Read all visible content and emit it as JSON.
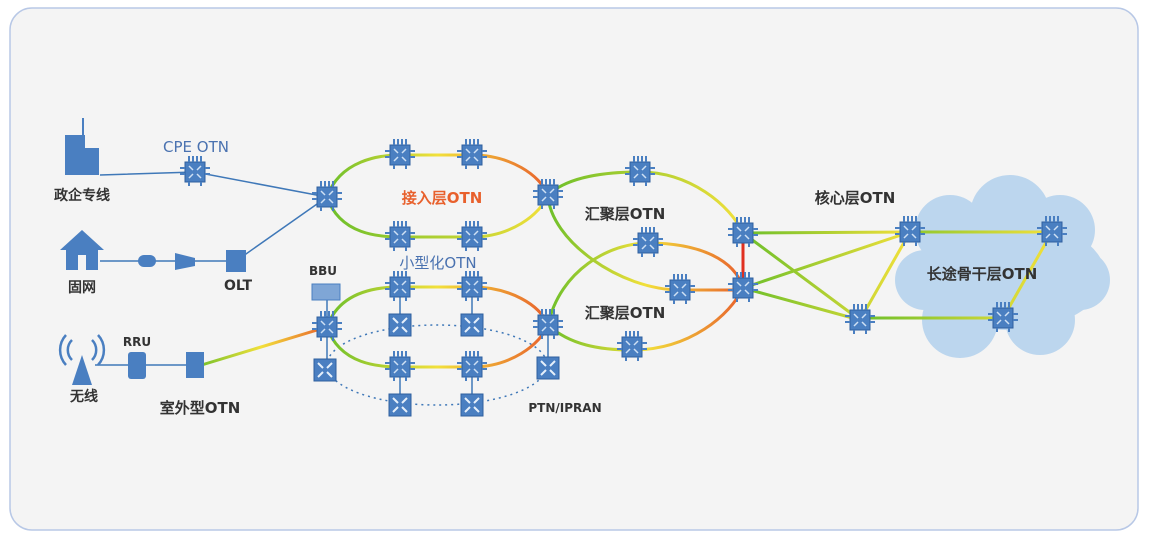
{
  "labels": {
    "enterprise": "政企专线",
    "cpe_otn": "CPE OTN",
    "fixed": "固网",
    "olt": "OLT",
    "wireless": "无线",
    "rru": "RRU",
    "outdoor_otn": "室外型OTN",
    "bbu": "BBU",
    "access_layer": "接入层OTN",
    "mini_otn": "小型化OTN",
    "ptn": "PTN/IPRAN",
    "aggregation_1": "汇聚层OTN",
    "aggregation_2": "汇聚层OTN",
    "core_layer": "核心层OTN",
    "backbone": "长途骨干层OTN"
  },
  "colors": {
    "node": "#4a7fc1",
    "accent": "#e8602c",
    "border": "#b8c8e6",
    "cloud": "#bcd6ee"
  }
}
